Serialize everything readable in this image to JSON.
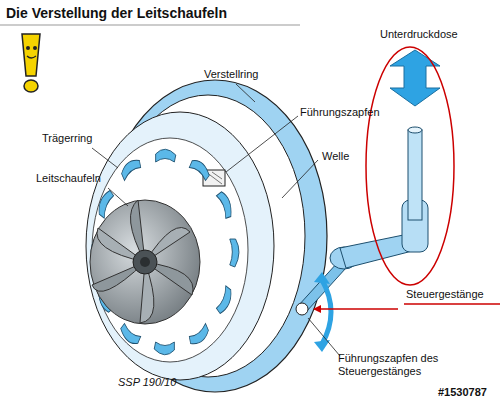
{
  "diagram": {
    "title": "Die Verstellung der Leitschaufeln",
    "labels": [
      "Unterdruckdose",
      "Verstellring",
      "Führungszapfen",
      "Trägerring",
      "Welle",
      "Leitschaufeln",
      "Steuergestänge",
      "Führungszapfen des Steuergestänges",
      "SSP 190/10",
      "#1530787"
    ]
  }
}
